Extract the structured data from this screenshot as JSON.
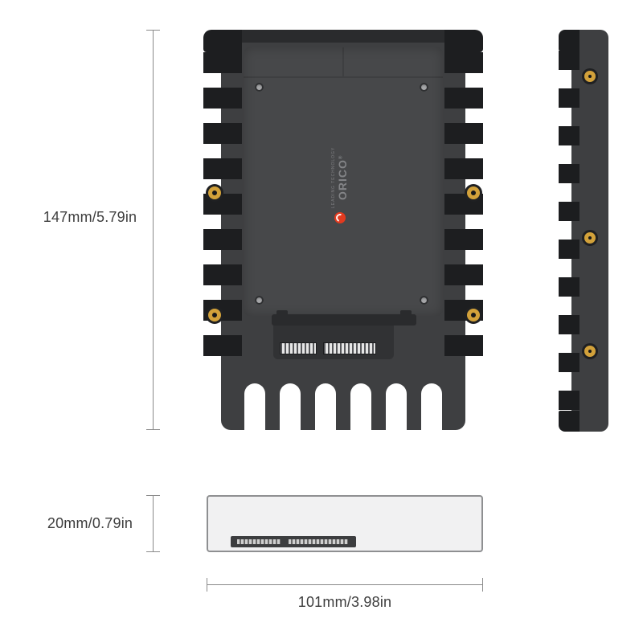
{
  "annotations": {
    "height": "147mm/5.79in",
    "thickness": "20mm/0.79in",
    "width": "101mm/3.98in"
  },
  "brand": {
    "wordmark": "ORICO",
    "reg": "®",
    "tagline": "LEADING TECHNOLOGY"
  },
  "colors": {
    "body": "#3e3f41",
    "panel": "#47484a",
    "fin": "#1d1e20",
    "gold_screw": "#d2a13a",
    "logo_red": "#e23a1f",
    "dimension_text": "#3d3d3d",
    "dimension_line": "#8a8a8a"
  }
}
